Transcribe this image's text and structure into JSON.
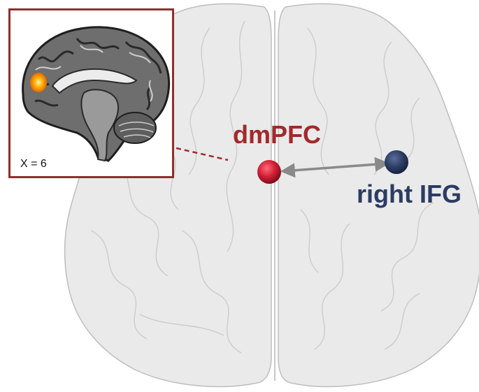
{
  "labels": {
    "region_a": "dmPFC",
    "region_b": "right IFG",
    "inset_caption": "X = 6"
  },
  "colors": {
    "dmpfc": "#c8202f",
    "right_ifg": "#2b3c64",
    "inset_border": "#8f2f2f",
    "connection": "#8a8a8a",
    "brain_outline": "#bdbdbd",
    "activation": "#ffb000"
  },
  "icons": {
    "connection_arrow": "double-headed-arrow-icon",
    "leader_line": "dashed-leader-line"
  }
}
